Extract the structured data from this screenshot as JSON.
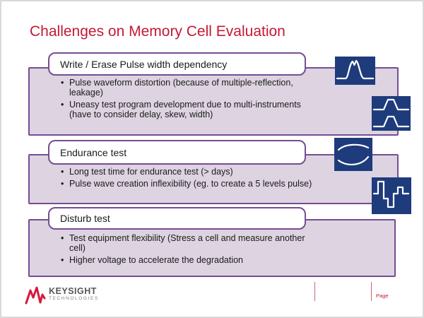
{
  "slide": {
    "title": "Challenges on Memory Cell Evaluation"
  },
  "colors": {
    "title_red": "#c41934",
    "box_border_purple": "#744d94",
    "box_fill_lavender": "#ddd3e1",
    "icon_navy": "#1e3b7c",
    "icon_stroke": "#ffffff",
    "logo_red": "#d6193a",
    "logo_gray": "#56575b",
    "footer_line_pink": "#c4677d",
    "body_text": "#1b1b1b"
  },
  "sections": [
    {
      "header": "Write / Erase Pulse width dependency",
      "bullets": [
        {
          "lines": [
            "Pulse waveform distortion (because of multiple-reflection,",
            "leakage)"
          ]
        },
        {
          "lines": [
            "Uneasy test program development due to multi-instruments",
            "(have to consider delay, skew, width)"
          ]
        }
      ],
      "icons": [
        "distorted-pulse-icon",
        "double-pulse-icon"
      ]
    },
    {
      "header": "Endurance test",
      "bullets": [
        {
          "lines": [
            "Long test time for endurance test (> days)"
          ]
        },
        {
          "lines": [
            "Pulse wave creation inflexibility (eg. to create a 5 levels pulse)"
          ]
        }
      ],
      "icons": [
        "slow-wave-icon"
      ]
    },
    {
      "header": "Disturb test",
      "bullets": [
        {
          "lines": [
            "Test equipment flexibility (Stress a cell and measure another",
            "cell)"
          ]
        },
        {
          "lines": [
            "Higher voltage to accelerate the degradation"
          ]
        }
      ],
      "icons": [
        "multilevel-pulse-icon"
      ]
    }
  ],
  "footer": {
    "logo_text": "KEYSIGHT",
    "logo_subtext": "TECHNOLOGIES",
    "page_label": "Page"
  }
}
